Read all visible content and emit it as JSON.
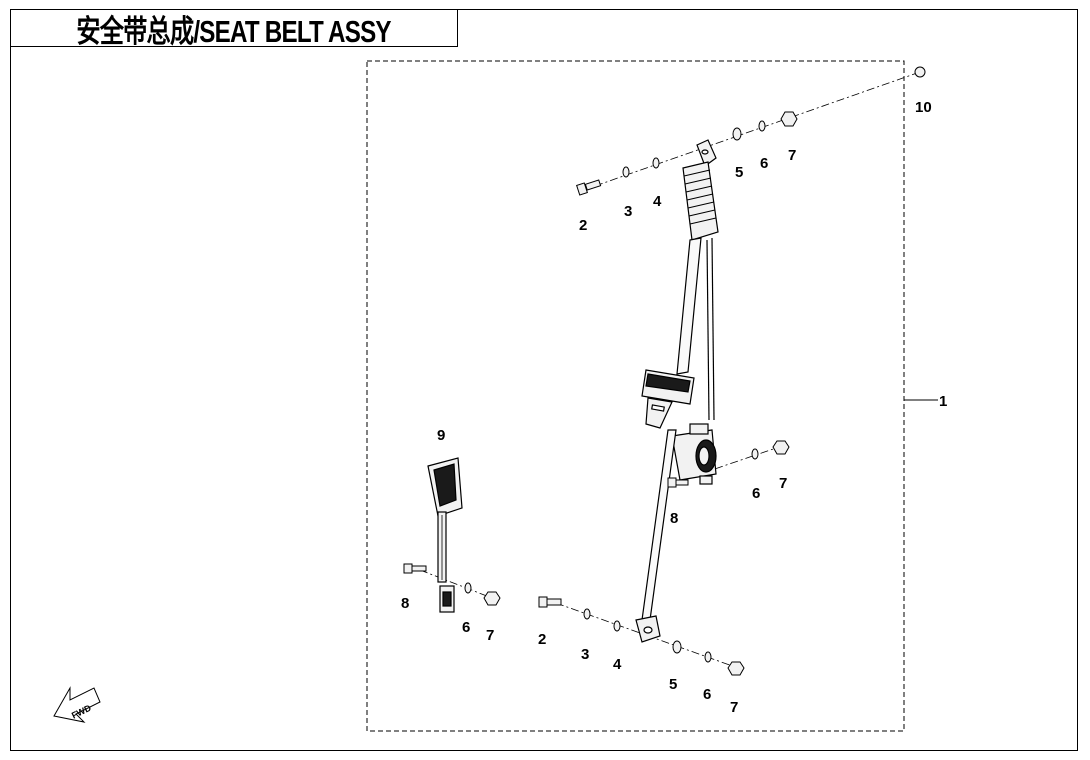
{
  "title": "安全带总成/SEAT BELT ASSY",
  "direction_mark": "FWD",
  "labels": {
    "l1": "1",
    "l2a": "2",
    "l3a": "3",
    "l4a": "4",
    "l5a": "5",
    "l6a": "6",
    "l7a": "7",
    "l10": "10",
    "l6b": "6",
    "l7b": "7",
    "l8a": "8",
    "l9": "9",
    "l8b": "8",
    "l6c": "6",
    "l7c": "7",
    "l2b": "2",
    "l3b": "3",
    "l4b": "4",
    "l5b": "5",
    "l6d": "6",
    "l7d": "7"
  },
  "colors": {
    "line": "#000000",
    "part_fill": "#f2f2f2",
    "dark_fill": "#1a1a1a"
  }
}
